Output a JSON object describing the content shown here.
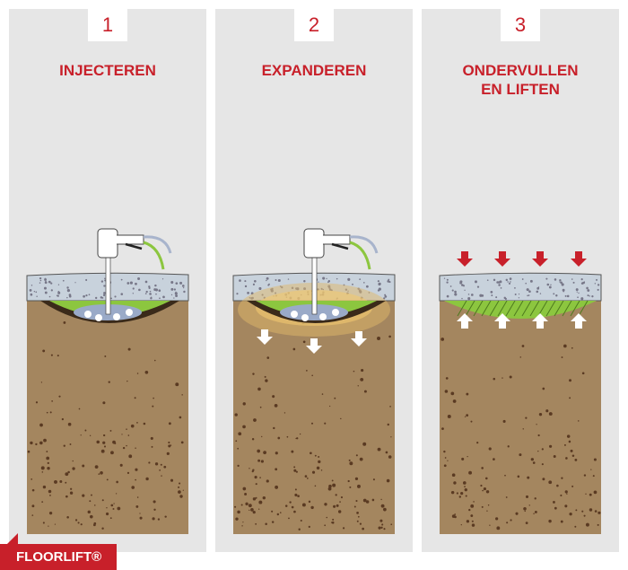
{
  "steps": [
    {
      "number": "1",
      "title_lines": [
        "INJECTEREN"
      ]
    },
    {
      "number": "2",
      "title_lines": [
        "EXPANDEREN"
      ]
    },
    {
      "number": "3",
      "title_lines": [
        "ONDERVULLEN",
        "EN LIFTEN"
      ]
    }
  ],
  "brand": {
    "name": "FLOORLIFT®"
  },
  "colors": {
    "red": "#c8202a",
    "soil": "#a4865f",
    "concrete": "#c8d2dc",
    "resin": "#8cc63f"
  }
}
